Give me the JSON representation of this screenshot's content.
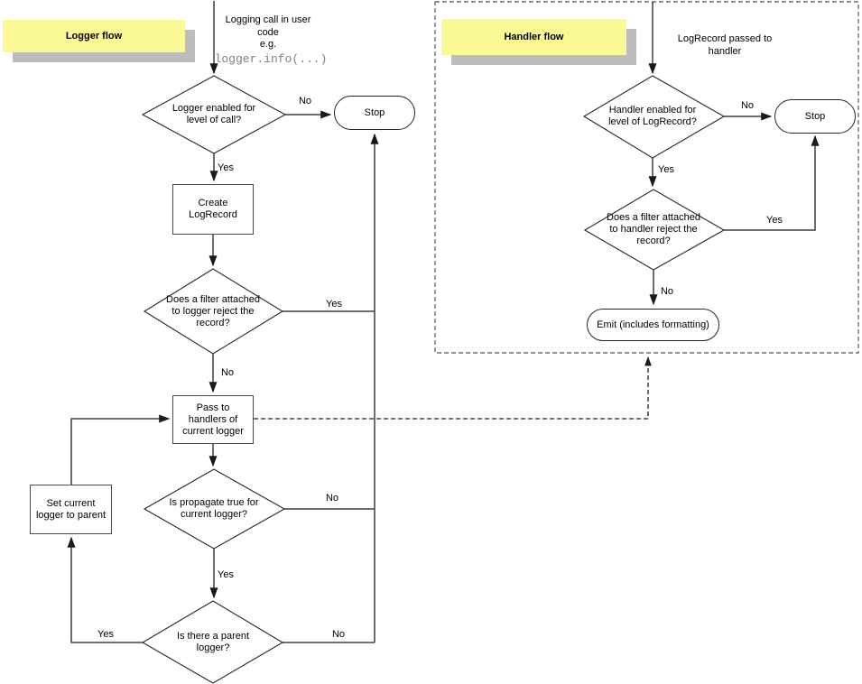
{
  "colors": {
    "note_fill": "#FAF996",
    "note_shadow": "#BDBDBD",
    "line": "#3F3F3F"
  },
  "labels": {
    "yes": "Yes",
    "no": "No"
  },
  "logger_flow": {
    "title": "Logger flow",
    "entry_text": "Logging call in user\ncode\ne.g.",
    "entry_code": "logger.info(...)",
    "decision_enabled": "Logger enabled for\nlevel of call?",
    "stop": "Stop",
    "create_box": "Create\nLogRecord",
    "decision_filter": "Does a filter attached\nto logger reject the\nrecord?",
    "pass_box": "Pass to\nhandlers of\ncurrent logger",
    "decision_propagate": "Is propagate true for\ncurrent logger?",
    "set_parent_box": "Set current\nlogger to parent",
    "decision_parent": "Is there a parent\nlogger?"
  },
  "handler_flow": {
    "title": "Handler flow",
    "entry_text": "LogRecord passed to\nhandler",
    "decision_enabled": "Handler enabled for\nlevel of LogRecord?",
    "stop": "Stop",
    "decision_filter": "Does a filter attached\nto handler reject the\nrecord?",
    "emit": "Emit (includes formatting)"
  }
}
